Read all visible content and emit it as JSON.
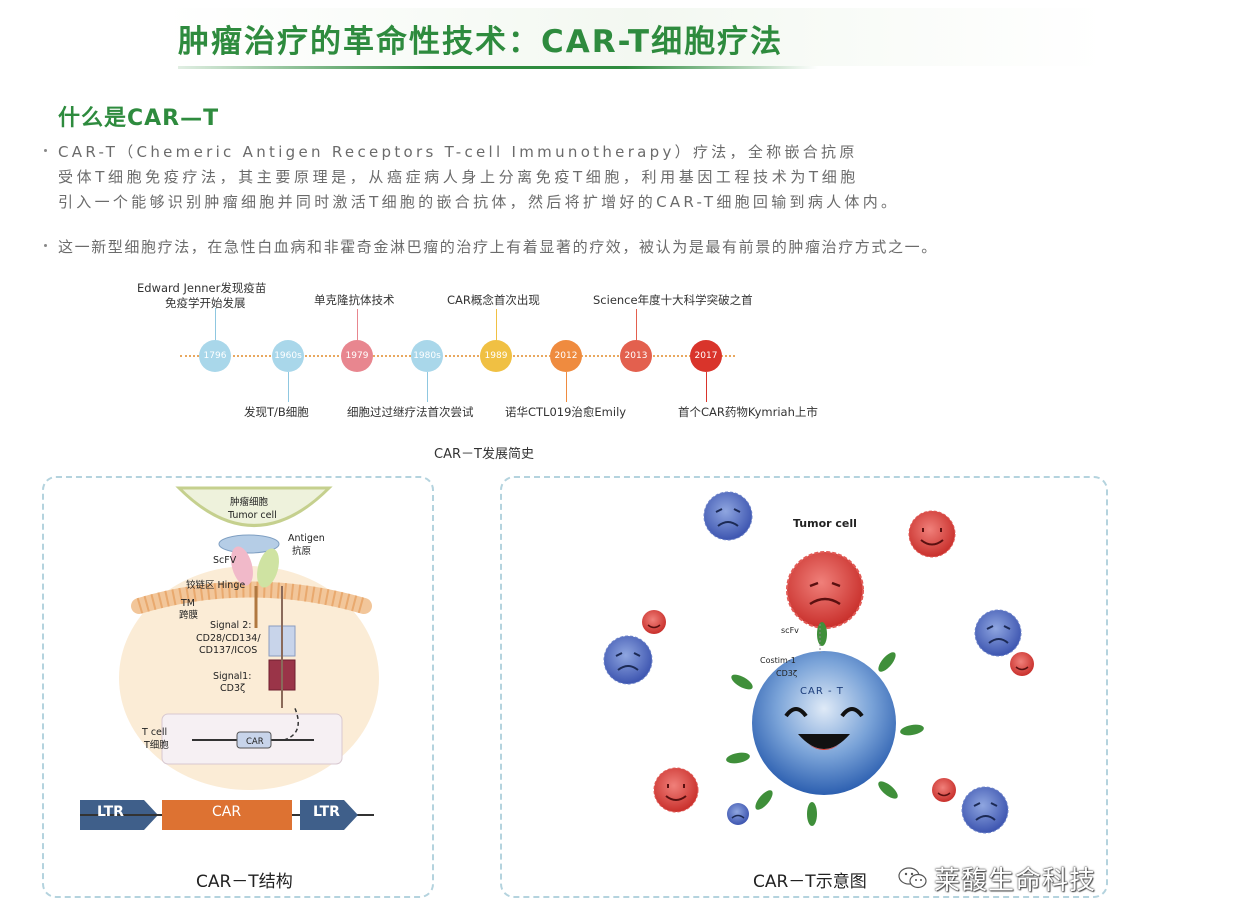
{
  "header": {
    "title": "肿瘤治疗的革命性技术：CAR-T细胞疗法"
  },
  "intro": {
    "heading": "什么是CAR—T",
    "paragraph_lines": [
      "CAR-T（Chemeric Antigen Receptors T-cell Immunotherapy）疗法，全称嵌合抗原",
      "受体T细胞免疫疗法，其主要原理是，从癌症病人身上分离免疫T细胞，利用基因工程技术为T细胞",
      "引入一个能够识别肿瘤细胞并同时激活T细胞的嵌合抗体，然后将扩增好的CAR-T细胞回输到病人体内。"
    ],
    "note": "这一新型细胞疗法，在急性白血病和非霍奇金淋巴瘤的治疗上有着显著的疗效，被认为是最有前景的肿瘤治疗方式之一。"
  },
  "timeline": {
    "caption": "CAR－T发展简史",
    "nodes": [
      {
        "year": "1796",
        "color": "#a9d7ea"
      },
      {
        "year": "1960s",
        "color": "#a9d7ea"
      },
      {
        "year": "1979",
        "color": "#e8868f"
      },
      {
        "year": "1980s",
        "color": "#a9d7ea"
      },
      {
        "year": "1989",
        "color": "#f0c043"
      },
      {
        "year": "2012",
        "color": "#ef8b3f"
      },
      {
        "year": "2013",
        "color": "#e3604e"
      },
      {
        "year": "2017",
        "color": "#d9342b"
      }
    ],
    "events_above": [
      {
        "line1": "Edward Jenner发现疫苗",
        "line2": "免疫学开始发展"
      },
      {
        "line1": "单克隆抗体技术"
      },
      {
        "line1": "CAR概念首次出现"
      },
      {
        "line1": "Science年度十大科学突破之首"
      }
    ],
    "events_below": [
      {
        "line1": "发现T/B细胞"
      },
      {
        "line1": "细胞过过继疗法首次尝试"
      },
      {
        "line1": "诺华CTL019治愈Emily"
      },
      {
        "line1": "首个CAR药物Kymriah上市"
      }
    ]
  },
  "structure_panel": {
    "caption": "CAR－T结构",
    "labels": {
      "tumor_cn": "肿瘤细胞",
      "tumor_en": "Tumor cell",
      "antigen_en": "Antigen",
      "antigen_cn": "抗原",
      "scfv": "ScFV",
      "hinge": "铰链区 Hinge",
      "tm_en": "TM",
      "tm_cn": "跨膜",
      "signal2_l1": "Signal 2:",
      "signal2_l2": "CD28/CD134/",
      "signal2_l3": "CD137/ICOS",
      "signal1_l1": "Signal1:",
      "signal1_l2": "CD3ζ",
      "tcell_en": "T  cell",
      "tcell_cn": "T细胞",
      "car_gene": "CAR"
    },
    "construct": {
      "ltr_left": "LTR",
      "car": "CAR",
      "ltr_right": "LTR"
    }
  },
  "schematic_panel": {
    "caption": "CAR－T示意图",
    "labels": {
      "tumor_cell": "Tumor cell",
      "scfv": "scFv",
      "costim": "Costim-1",
      "cd3": "CD3ζ",
      "cart": "CAR - T"
    }
  },
  "watermark": {
    "text": "莱馥生命科技",
    "icon": "wechat-icon"
  },
  "colors": {
    "title_green": "#2e8b3e",
    "panel_border": "#b4d3de",
    "construct_blue": "#3f5f8a",
    "construct_orange": "#dd7232"
  }
}
